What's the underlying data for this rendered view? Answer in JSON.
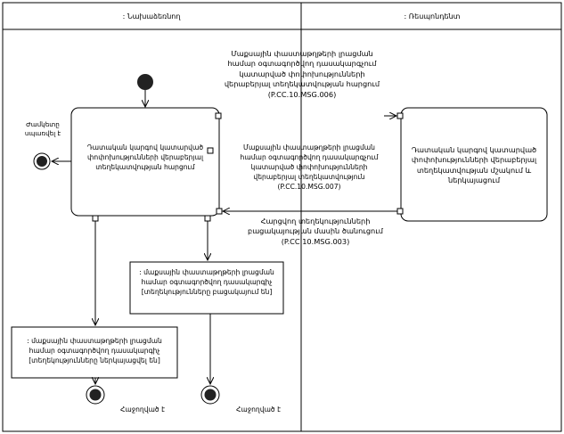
{
  "lanes": {
    "left": {
      "title": ": Նախաձեռնող"
    },
    "right": {
      "title": ": Ռեսպոնդենտ"
    }
  },
  "actions": {
    "request": {
      "label": "Դատական կարգով կատարված փոփոխությունների վերաբերյալ տեղեկատվության հարցում"
    },
    "process": {
      "label": "Դատական կարգով կատարված փոփոխությունների վերաբերյալ տեղեկատվության մշակում և ներկայացում"
    }
  },
  "messages": {
    "msg006": {
      "label": "Մաքսային փաստաթղթերի լրացման համար օգտագործվող դասակարգչում կատարված փոփոխությունների վերաբերյալ տեղեկատվության հարցում (P.CC.10.MSG.006)"
    },
    "msg007": {
      "label": "Մաքսային փաստաթղթերի լրացման համար օգտագործվող դասակարգչում կատարված փոփոխությունների վերաբերյալ տեղեկատվություն (P.CC.10.MSG.007)"
    },
    "msg003": {
      "label": "Հարցվող տեղեկությունների բացակայության մասին ծանուցում (P.CC.10.MSG.003)"
    }
  },
  "objects": {
    "absent": {
      "label": ": մաքսային փաստաթղթերի լրացման համար օգտագործվող դասակարգիչ [տեղեկությունները բացակայում են]"
    },
    "present": {
      "label": ": մաքսային փաստաթղթերի լրացման համար օգտագործվող դասակարգիչ [տեղեկությունները ներկայացվել են]"
    }
  },
  "finals": {
    "timeout": {
      "label": "Ժամկետը սպառվել է"
    },
    "done_left": {
      "label": "Հաջողված է"
    },
    "done_right": {
      "label": "Հաջողված է"
    }
  },
  "colors": {
    "line": "#000000",
    "background": "#ffffff"
  }
}
